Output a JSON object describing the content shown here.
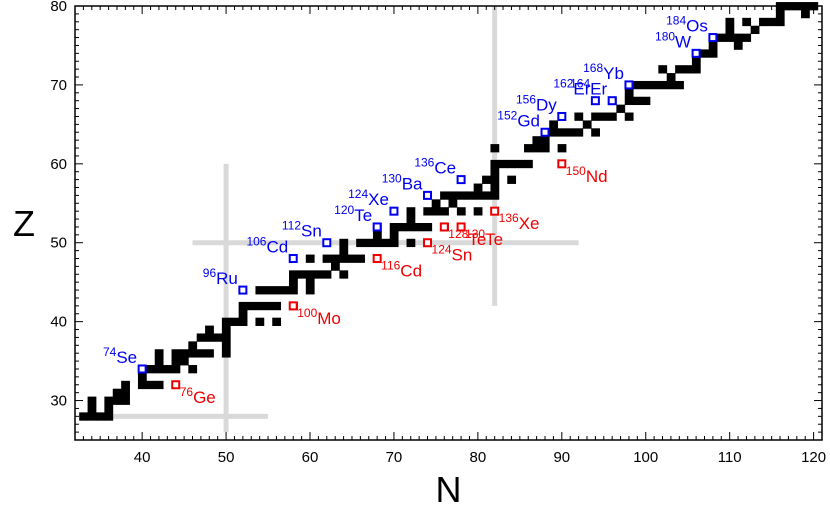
{
  "chart_data": {
    "type": "scatter",
    "title": "",
    "xlabel": "N",
    "ylabel": "Z",
    "xlim": [
      32,
      121
    ],
    "ylim": [
      25,
      80
    ],
    "x_ticks": [
      40,
      50,
      60,
      70,
      80,
      90,
      100,
      110,
      120
    ],
    "y_ticks": [
      30,
      40,
      50,
      60,
      70,
      80
    ],
    "grid": false,
    "magic_numbers": {
      "N": [
        50,
        82
      ],
      "Z": [
        28,
        50
      ]
    },
    "colors": {
      "stable": "#000000",
      "emitter": "#0000ee",
      "double_beta": "#ee0000",
      "magic_line": "#d9d9d9"
    },
    "series": [
      {
        "key": "stable",
        "points": [
          [
            33,
            28
          ],
          [
            34,
            28
          ],
          [
            34,
            29
          ],
          [
            34,
            30
          ],
          [
            35,
            28
          ],
          [
            36,
            28
          ],
          [
            36,
            29
          ],
          [
            36,
            30
          ],
          [
            37,
            30
          ],
          [
            37,
            31
          ],
          [
            38,
            30
          ],
          [
            38,
            31
          ],
          [
            38,
            32
          ],
          [
            40,
            32
          ],
          [
            40,
            33
          ],
          [
            41,
            32
          ],
          [
            41,
            34
          ],
          [
            42,
            32
          ],
          [
            42,
            34
          ],
          [
            42,
            35
          ],
          [
            42,
            36
          ],
          [
            43,
            34
          ],
          [
            44,
            34
          ],
          [
            44,
            35
          ],
          [
            44,
            36
          ],
          [
            45,
            35
          ],
          [
            45,
            36
          ],
          [
            46,
            34
          ],
          [
            46,
            36
          ],
          [
            46,
            37
          ],
          [
            47,
            36
          ],
          [
            47,
            38
          ],
          [
            48,
            36
          ],
          [
            48,
            38
          ],
          [
            48,
            39
          ],
          [
            49,
            38
          ],
          [
            50,
            36
          ],
          [
            50,
            37
          ],
          [
            50,
            38
          ],
          [
            50,
            39
          ],
          [
            50,
            40
          ],
          [
            51,
            40
          ],
          [
            52,
            40
          ],
          [
            52,
            41
          ],
          [
            52,
            42
          ],
          [
            53,
            42
          ],
          [
            54,
            40
          ],
          [
            54,
            42
          ],
          [
            54,
            44
          ],
          [
            55,
            42
          ],
          [
            55,
            44
          ],
          [
            56,
            42
          ],
          [
            56,
            40
          ],
          [
            56,
            44
          ],
          [
            57,
            44
          ],
          [
            58,
            42
          ],
          [
            58,
            44
          ],
          [
            58,
            45
          ],
          [
            58,
            46
          ],
          [
            59,
            46
          ],
          [
            60,
            44
          ],
          [
            60,
            45
          ],
          [
            60,
            46
          ],
          [
            60,
            48
          ],
          [
            61,
            46
          ],
          [
            62,
            46
          ],
          [
            62,
            48
          ],
          [
            63,
            47
          ],
          [
            63,
            48
          ],
          [
            64,
            46
          ],
          [
            64,
            48
          ],
          [
            64,
            49
          ],
          [
            64,
            50
          ],
          [
            65,
            48
          ],
          [
            66,
            48
          ],
          [
            66,
            50
          ],
          [
            67,
            50
          ],
          [
            68,
            50
          ],
          [
            68,
            51
          ],
          [
            68,
            52
          ],
          [
            69,
            50
          ],
          [
            70,
            50
          ],
          [
            70,
            51
          ],
          [
            70,
            52
          ],
          [
            71,
            52
          ],
          [
            72,
            50
          ],
          [
            72,
            52
          ],
          [
            72,
            53
          ],
          [
            72,
            54
          ],
          [
            73,
            52
          ],
          [
            74,
            52
          ],
          [
            74,
            54
          ],
          [
            75,
            54
          ],
          [
            75,
            55
          ],
          [
            76,
            52
          ],
          [
            76,
            54
          ],
          [
            76,
            56
          ],
          [
            77,
            55
          ],
          [
            77,
            56
          ],
          [
            78,
            54
          ],
          [
            78,
            56
          ],
          [
            79,
            56
          ],
          [
            80,
            54
          ],
          [
            80,
            56
          ],
          [
            80,
            57
          ],
          [
            81,
            56
          ],
          [
            81,
            58
          ],
          [
            82,
            56
          ],
          [
            82,
            57
          ],
          [
            82,
            58
          ],
          [
            82,
            59
          ],
          [
            82,
            60
          ],
          [
            82,
            62
          ],
          [
            83,
            60
          ],
          [
            84,
            58
          ],
          [
            84,
            60
          ],
          [
            85,
            60
          ],
          [
            86,
            60
          ],
          [
            86,
            62
          ],
          [
            87,
            62
          ],
          [
            87,
            63
          ],
          [
            88,
            62
          ],
          [
            88,
            63
          ],
          [
            89,
            64
          ],
          [
            89,
            65
          ],
          [
            90,
            62
          ],
          [
            90,
            64
          ],
          [
            91,
            64
          ],
          [
            92,
            64
          ],
          [
            92,
            66
          ],
          [
            93,
            65
          ],
          [
            94,
            64
          ],
          [
            94,
            66
          ],
          [
            95,
            66
          ],
          [
            96,
            66
          ],
          [
            96,
            68
          ],
          [
            97,
            67
          ],
          [
            98,
            66
          ],
          [
            98,
            68
          ],
          [
            98,
            69
          ],
          [
            99,
            68
          ],
          [
            99,
            70
          ],
          [
            100,
            68
          ],
          [
            100,
            70
          ],
          [
            101,
            70
          ],
          [
            102,
            70
          ],
          [
            102,
            72
          ],
          [
            103,
            70
          ],
          [
            103,
            71
          ],
          [
            104,
            70
          ],
          [
            104,
            72
          ],
          [
            105,
            72
          ],
          [
            106,
            72
          ],
          [
            106,
            73
          ],
          [
            106,
            74
          ],
          [
            107,
            74
          ],
          [
            108,
            74
          ],
          [
            108,
            75
          ],
          [
            108,
            76
          ],
          [
            109,
            76
          ],
          [
            110,
            76
          ],
          [
            110,
            77
          ],
          [
            110,
            78
          ],
          [
            111,
            76
          ],
          [
            111,
            75
          ],
          [
            112,
            76
          ],
          [
            112,
            78
          ],
          [
            113,
            77
          ],
          [
            114,
            78
          ],
          [
            115,
            78
          ],
          [
            116,
            78
          ],
          [
            116,
            79
          ],
          [
            116,
            80
          ],
          [
            117,
            80
          ],
          [
            118,
            80
          ],
          [
            119,
            79
          ],
          [
            119,
            80
          ],
          [
            120,
            80
          ]
        ]
      },
      {
        "key": "emitter",
        "points": [
          {
            "label": "Se",
            "mass": "74",
            "N": 40,
            "Z": 34
          },
          {
            "label": "Ru",
            "mass": "96",
            "N": 52,
            "Z": 44
          },
          {
            "label": "Cd",
            "mass": "106",
            "N": 58,
            "Z": 48
          },
          {
            "label": "Sn",
            "mass": "112",
            "N": 62,
            "Z": 50
          },
          {
            "label": "Te",
            "mass": "120",
            "N": 68,
            "Z": 52
          },
          {
            "label": "Xe",
            "mass": "124",
            "N": 70,
            "Z": 54
          },
          {
            "label": "Ba",
            "mass": "130",
            "N": 74,
            "Z": 56
          },
          {
            "label": "Ce",
            "mass": "136",
            "N": 78,
            "Z": 58
          },
          {
            "label": "Gd",
            "mass": "152",
            "N": 88,
            "Z": 64
          },
          {
            "label": "Dy",
            "mass": "156",
            "N": 90,
            "Z": 66
          },
          {
            "label": "Er",
            "mass": "162",
            "N": 94,
            "Z": 68
          },
          {
            "label": "Er",
            "mass": "164",
            "N": 96,
            "Z": 68
          },
          {
            "label": "Yb",
            "mass": "168",
            "N": 98,
            "Z": 70
          },
          {
            "label": "W",
            "mass": "180",
            "N": 106,
            "Z": 74
          },
          {
            "label": "Os",
            "mass": "184",
            "N": 108,
            "Z": 76
          }
        ]
      },
      {
        "key": "double_beta",
        "points": [
          {
            "label": "Ge",
            "mass": "76",
            "N": 44,
            "Z": 32
          },
          {
            "label": "Mo",
            "mass": "100",
            "N": 58,
            "Z": 42
          },
          {
            "label": "Cd",
            "mass": "116",
            "N": 68,
            "Z": 48
          },
          {
            "label": "Sn",
            "mass": "124",
            "N": 74,
            "Z": 50
          },
          {
            "label": "Te",
            "mass": "128",
            "N": 76,
            "Z": 52
          },
          {
            "label": "Te",
            "mass": "130",
            "N": 78,
            "Z": 52
          },
          {
            "label": "Xe",
            "mass": "136",
            "N": 82,
            "Z": 54
          },
          {
            "label": "Nd",
            "mass": "150",
            "N": 90,
            "Z": 60
          }
        ]
      }
    ]
  }
}
